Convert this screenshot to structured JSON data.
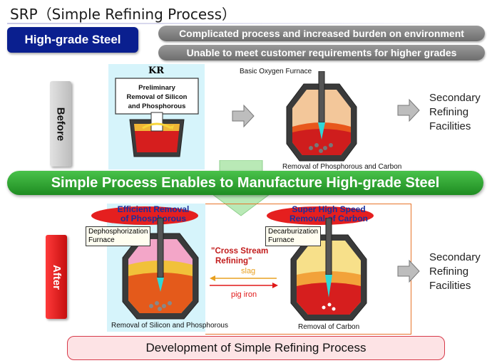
{
  "title": "SRP（Simple Refining Process）",
  "high_grade_label": "High-grade Steel",
  "issues": [
    "Complicated process and increased burden on environment",
    "Unable to meet customer requirements for higher grades"
  ],
  "before": {
    "label": "Before",
    "kr_label": "KR",
    "kr_box_text": [
      "Preliminary",
      "Removal of Silicon",
      "and Phosphorous"
    ],
    "bof_label": "Basic Oxygen Furnace",
    "bof_caption": "Removal of Phosphorous and Carbon",
    "secondary": [
      "Secondary",
      "Refining",
      "Facilities"
    ]
  },
  "banner": "Simple Process Enables to Manufacture High-grade Steel",
  "after": {
    "label": "After",
    "left_ellipse": [
      "Efficient Removal",
      "of Phosphorous"
    ],
    "right_ellipse": [
      "Super High Speed",
      "Removal of Carbon"
    ],
    "dephos_tag": [
      "Dephosphorization",
      "Furnace"
    ],
    "decarb_tag": [
      "Decarburization",
      "Furnace"
    ],
    "cross_stream": [
      "\"Cross Stream",
      "Refining\""
    ],
    "slag": "slag",
    "pig_iron": "pig iron",
    "left_caption": "Removal of Silicon and Phosphorous",
    "right_caption": "Removal of Carbon",
    "secondary": [
      "Secondary",
      "Refining",
      "Facilities"
    ]
  },
  "footer": "Development of Simple Refining Process",
  "colors": {
    "navy": "#0a1f8f",
    "green": "#2aa12d",
    "red_label": "#e01818",
    "orange_border": "#e8742a",
    "light_cyan": "#d6f4fb"
  }
}
